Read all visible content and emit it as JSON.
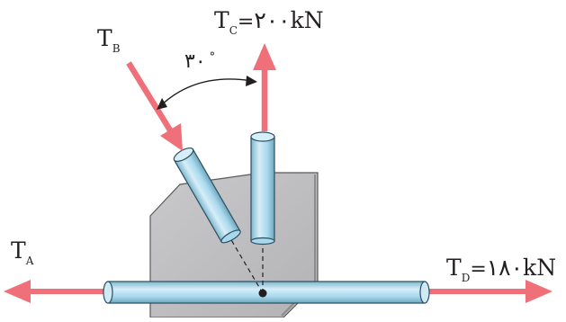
{
  "forces": {
    "TA": {
      "symbol": "T",
      "subscript": "A"
    },
    "TB": {
      "symbol": "T",
      "subscript": "B"
    },
    "TC": {
      "symbol": "T",
      "subscript": "C",
      "equals": "=",
      "value": "۲۰۰",
      "unit": "kN"
    },
    "TD": {
      "symbol": "T",
      "subscript": "D",
      "equals": "=",
      "value": "۱۸۰",
      "unit": "kN"
    }
  },
  "angle": {
    "value": "۳۰",
    "degree": "°"
  },
  "colors": {
    "arrow": "#f0707a",
    "pipe_fill": "#a8d8ec",
    "pipe_stroke": "#2a4f62",
    "plate": "#bfbfc1",
    "plate_stroke": "#5a5a5c",
    "text": "#231f20"
  }
}
